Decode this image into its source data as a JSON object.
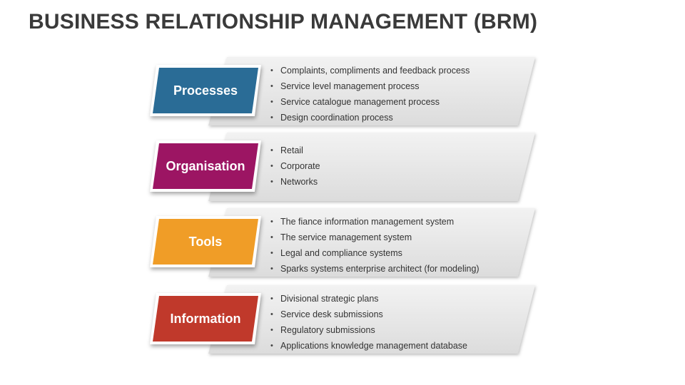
{
  "title": "BUSINESS RELATIONSHIP MANAGEMENT (BRM)",
  "sections": [
    {
      "label": "Processes",
      "color": "#2a6c96",
      "items": [
        "Complaints, compliments and feedback process",
        "Service level management process",
        "Service catalogue management process",
        "Design coordination process"
      ]
    },
    {
      "label": "Organisation",
      "color": "#9c1563",
      "items": [
        "Retail",
        "Corporate",
        "Networks"
      ]
    },
    {
      "label": "Tools",
      "color": "#f09d27",
      "items": [
        "The fiance information management system",
        "The service management system",
        "Legal and compliance systems",
        "Sparks systems enterprise architect (for modeling)"
      ]
    },
    {
      "label": "Information",
      "color": "#c0392b",
      "items": [
        "Divisional strategic plans",
        "Service desk submissions",
        "Regulatory submissions",
        "Applications knowledge management database"
      ]
    }
  ]
}
